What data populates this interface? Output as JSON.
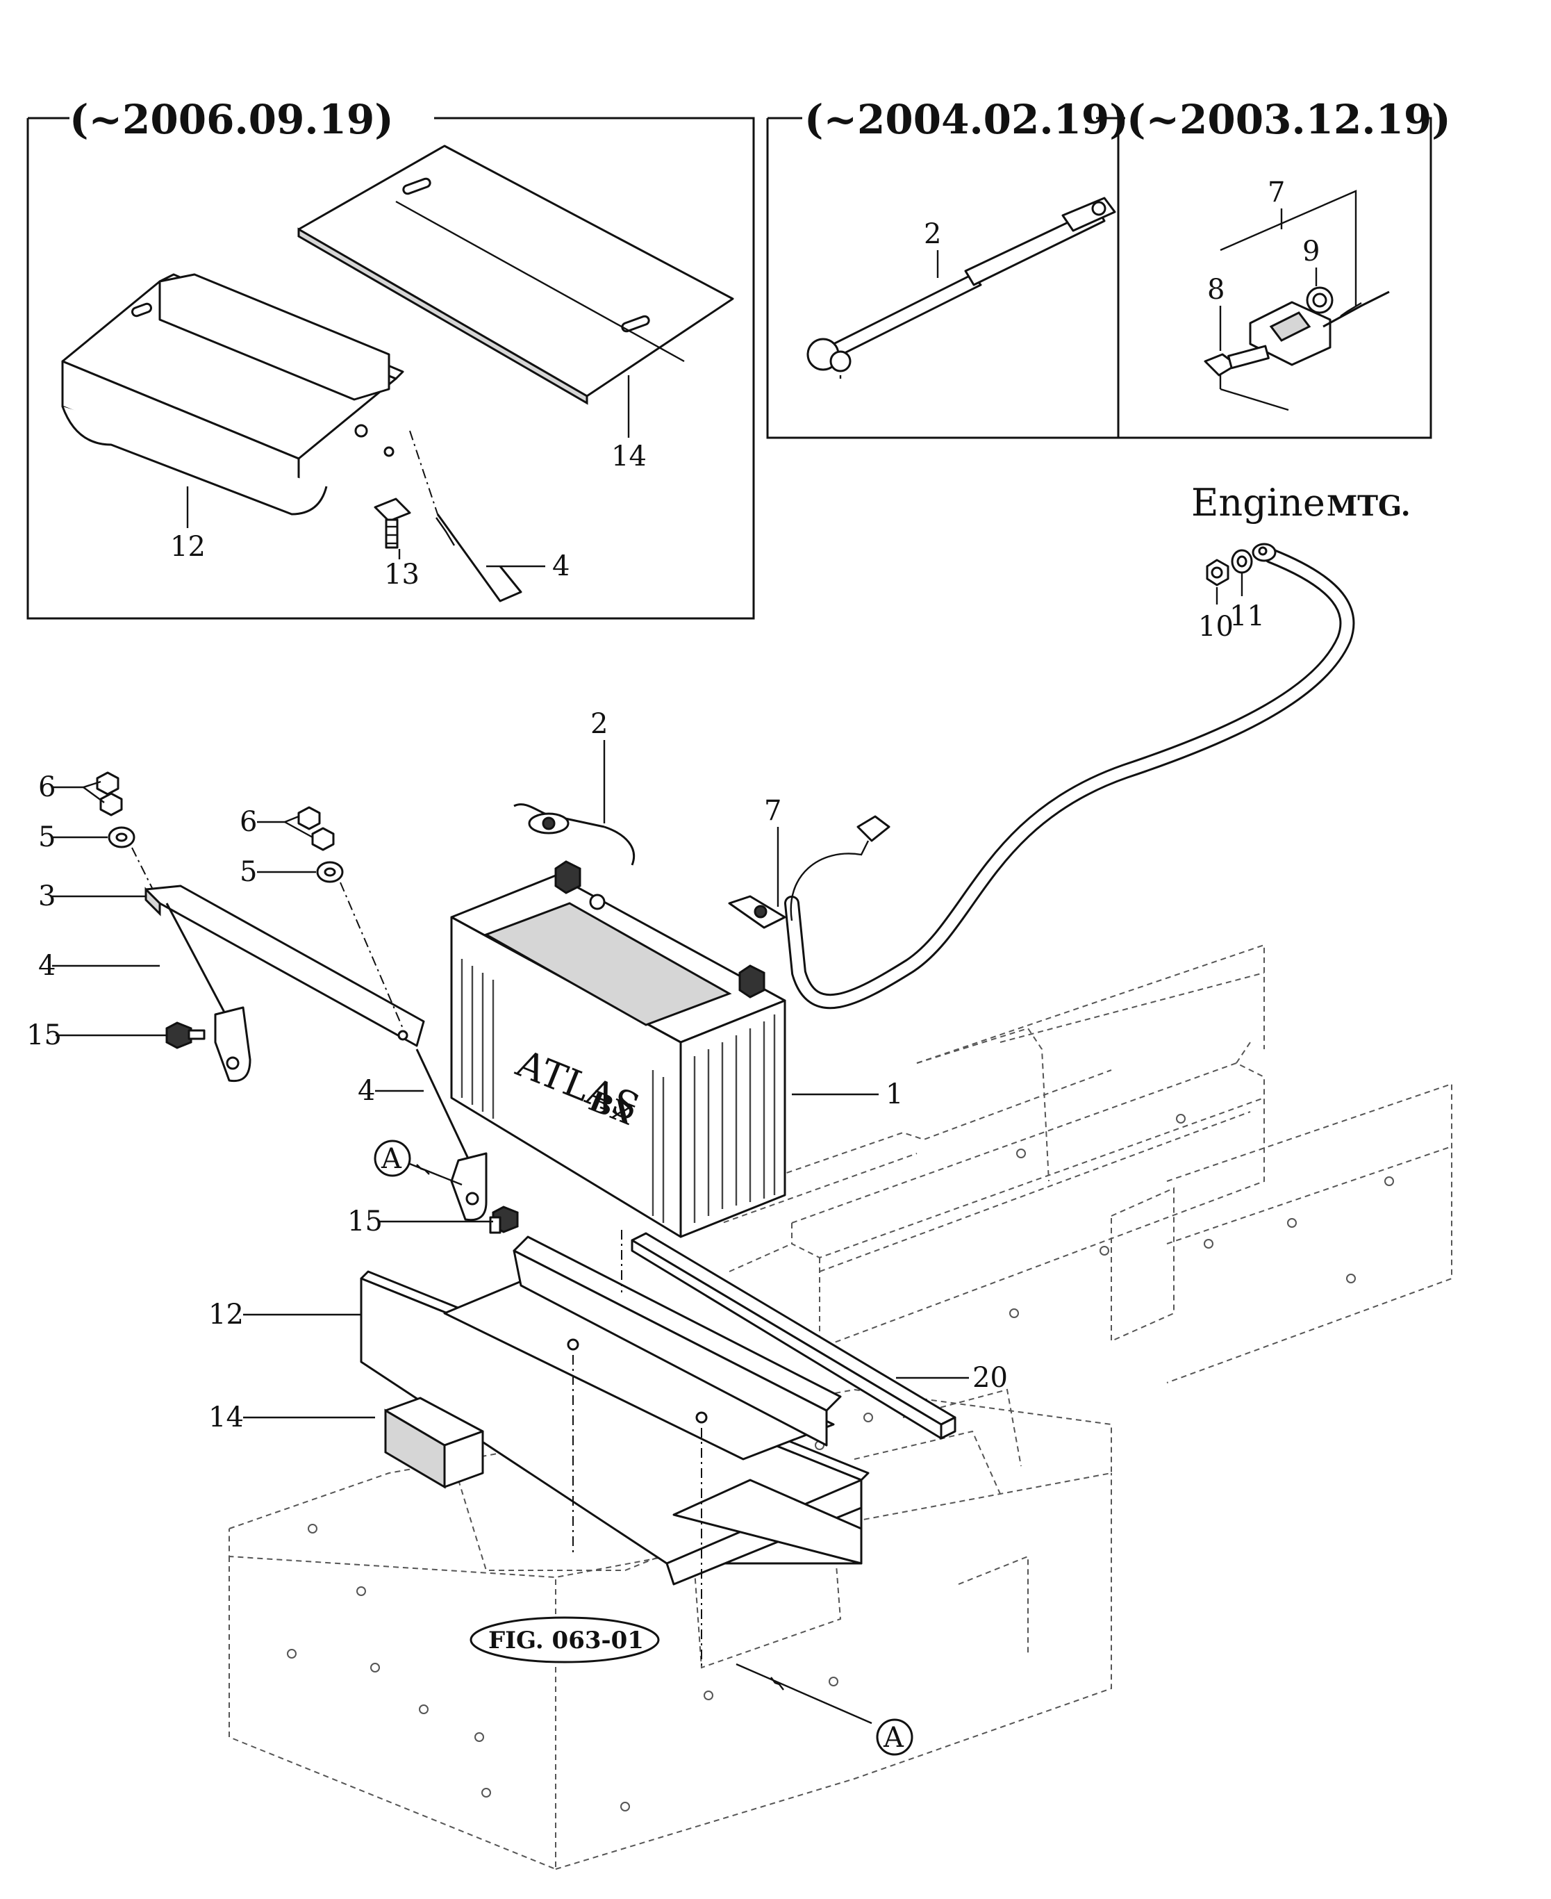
{
  "insets": {
    "left_date": "(~2006.09.19)",
    "middle_date": "(~2004.02.19)",
    "right_date": "(~2003.12.19)"
  },
  "labels": {
    "engine_mtg_main": "Engine",
    "engine_mtg_suffix": "MTG.",
    "fig_ref": "FIG. 063-01",
    "view_marker": "A",
    "battery_brand": "ATLAS",
    "battery_model": "BX"
  },
  "callouts": {
    "inset_left": {
      "tray": "12",
      "bolt": "13",
      "rod": "4",
      "cover": "14"
    },
    "inset_middle": {
      "cable": "2"
    },
    "inset_right": {
      "clamp": "7",
      "bolt": "8",
      "nut": "9"
    },
    "main": {
      "nut": "10",
      "washer": "11",
      "cable": "2",
      "clamp": "7",
      "nut_left": "6",
      "washer_left": "5",
      "hold_down": "3",
      "rod_left": "4",
      "bolt_left": "15",
      "nut_mid": "6",
      "washer_mid": "5",
      "rod_mid": "4",
      "bolt_mid": "15",
      "battery": "1",
      "tray": "12",
      "spacer": "20",
      "block": "14"
    }
  }
}
